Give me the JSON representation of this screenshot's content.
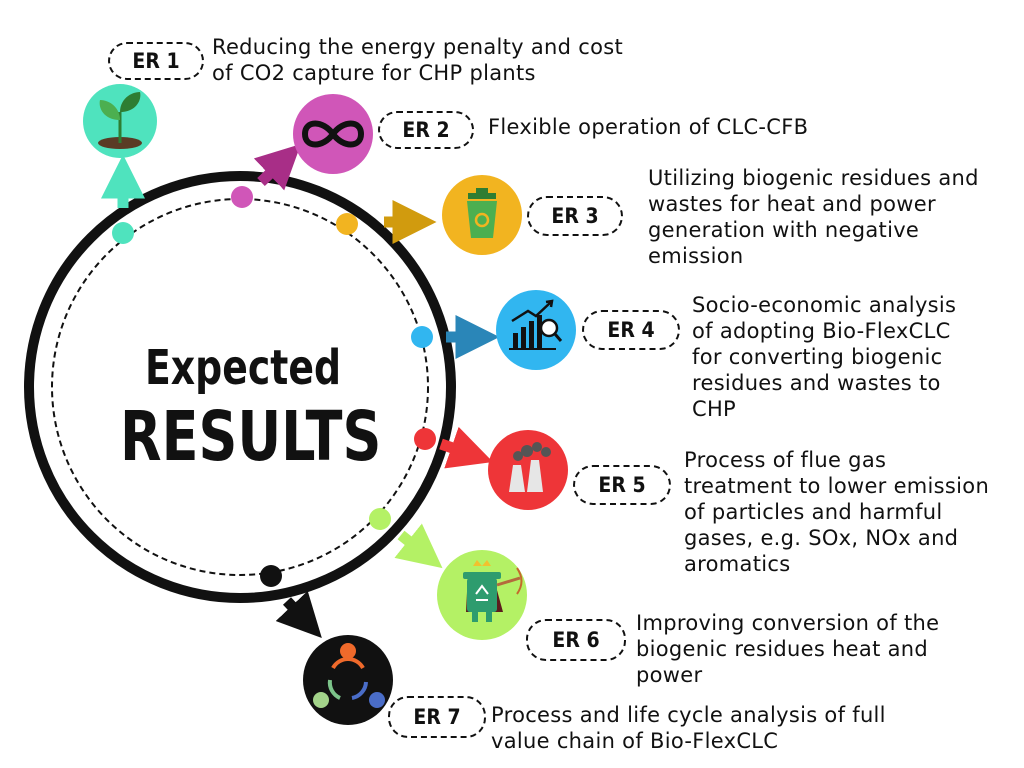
{
  "center": {
    "line1": "Expected",
    "line2": "RESULTS"
  },
  "colors": {
    "er1": "#4FE3BE",
    "er2": "#D056B8",
    "er3": "#F2B420",
    "er4": "#31B6F0",
    "er5": "#EE3538",
    "er6": "#B4F165",
    "er7": "#111111"
  },
  "results": [
    {
      "id": "ER 1",
      "lines": [
        "Reducing the energy penalty and cost",
        "of CO2 capture for CHP plants"
      ],
      "icon": "seedling-icon"
    },
    {
      "id": "ER 2",
      "lines": [
        "Flexible operation of CLC-CFB"
      ],
      "icon": "infinity-icon"
    },
    {
      "id": "ER 3",
      "lines": [
        "Utilizing biogenic residues and",
        "wastes for heat and power",
        "generation with negative",
        "emission"
      ],
      "icon": "biohazard-bin-icon"
    },
    {
      "id": "ER 4",
      "lines": [
        "Socio-economic analysis",
        "of adopting Bio-FlexCLC",
        "for converting biogenic",
        "residues and wastes to",
        "CHP"
      ],
      "icon": "growth-chart-icon"
    },
    {
      "id": "ER 5",
      "lines": [
        "Process of flue gas",
        "treatment to lower emission",
        "of particles and harmful",
        "gases, e.g. SOx, NOx and",
        "aromatics"
      ],
      "icon": "factory-icon"
    },
    {
      "id": "ER 6",
      "lines": [
        "Improving conversion of the",
        "biogenic residues heat and",
        "power"
      ],
      "icon": "recycle-bin-hero-icon"
    },
    {
      "id": "ER 7",
      "lines": [
        "Process and life cycle analysis of full",
        "value chain of Bio-FlexCLC"
      ],
      "icon": "cycle-icon"
    }
  ]
}
